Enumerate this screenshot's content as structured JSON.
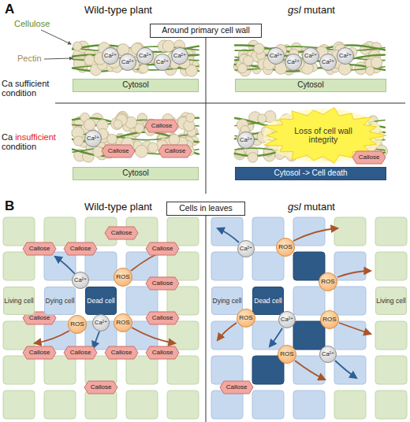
{
  "diagram": {
    "nodes": [
      {
        "text": [
          "Around primary cell wall"
        ]
      },
      {
        "text": [
          "Ca²⁺"
        ]
      },
      {
        "text": [
          "Ca²⁺"
        ]
      },
      {
        "text": [
          "Ca²⁺"
        ]
      },
      {
        "text": [
          "Ca²⁺"
        ]
      },
      {
        "text": [
          "Ca²⁺"
        ]
      },
      {
        "text": [
          "Ca²⁺"
        ]
      },
      {
        "text": [
          "Ca²⁺"
        ]
      },
      {
        "text": [
          "Ca²⁺"
        ]
      },
      {
        "text": [
          "Ca²⁺"
        ]
      },
      {
        "text": [
          "Ca²⁺"
        ]
      },
      {
        "text": [
          "Cytosol"
        ]
      },
      {
        "text": [
          "Cytosol"
        ]
      },
      {
        "text": [
          "Ca²⁺"
        ]
      },
      {
        "text": [
          "Callose"
        ]
      },
      {
        "text": [
          "Callose"
        ]
      },
      {
        "text": [
          "Callose"
        ]
      },
      {
        "text": [
          "Ca²⁺"
        ]
      },
      {
        "text": [
          "Loss of cell wall integrity"
        ]
      },
      {
        "text": [
          "Callose"
        ]
      },
      {
        "text": [
          "Cytosol"
        ]
      },
      {
        "text": [
          "Cytosol -> Cell death"
        ]
      },
      {
        "text": [
          "Cells in leaves"
        ]
      },
      {
        "text": [
          "Callose"
        ]
      },
      {
        "text": [
          "Callose"
        ]
      },
      {
        "text": [
          "Callose"
        ]
      },
      {
        "text": [
          "Callose"
        ]
      },
      {
        "text": [
          "Callose"
        ]
      },
      {
        "text": [
          "Callose"
        ]
      },
      {
        "text": [
          "Callose"
        ]
      },
      {
        "text": [
          "Callose"
        ]
      },
      {
        "text": [
          "Callose"
        ]
      },
      {
        "text": [
          "Callose"
        ]
      },
      {
        "text": [
          "Callose"
        ]
      },
      {
        "text": [
          "Callose"
        ]
      },
      {
        "text": [
          "Living cell"
        ]
      },
      {
        "text": [
          "Dying cell"
        ]
      },
      {
        "text": [
          "Dead cell"
        ]
      },
      {
        "text": [
          "ROS"
        ]
      },
      {
        "text": [
          "ROS"
        ]
      },
      {
        "text": [
          "ROS"
        ]
      },
      {
        "text": [
          "Ca²⁺"
        ]
      },
      {
        "text": [
          "Ca²⁺"
        ]
      },
      {
        "text": [
          "Dying cell"
        ]
      },
      {
        "text": [
          "Dead cell"
        ]
      },
      {
        "text": [
          "Living cell"
        ]
      },
      {
        "text": [
          "ROS"
        ]
      },
      {
        "text": [
          "ROS"
        ]
      },
      {
        "text": [
          "ROS"
        ]
      },
      {
        "text": [
          "ROS"
        ]
      },
      {
        "text": [
          "ROS"
        ]
      },
      {
        "text": [
          "Ca²⁺"
        ]
      },
      {
        "text": [
          "Ca²⁺"
        ]
      },
      {
        "text": [
          "Ca²⁺"
        ]
      },
      {
        "text": [
          "Callose"
        ]
      }
    ],
    "labels": [
      "A",
      "Wild-type plant",
      "gsl mutant",
      "Cellulose",
      "Pectin",
      "Ca sufficient condition",
      "Ca insufficient condition",
      "B",
      "Wild-type plant",
      "gsl mutant"
    ]
  }
}
